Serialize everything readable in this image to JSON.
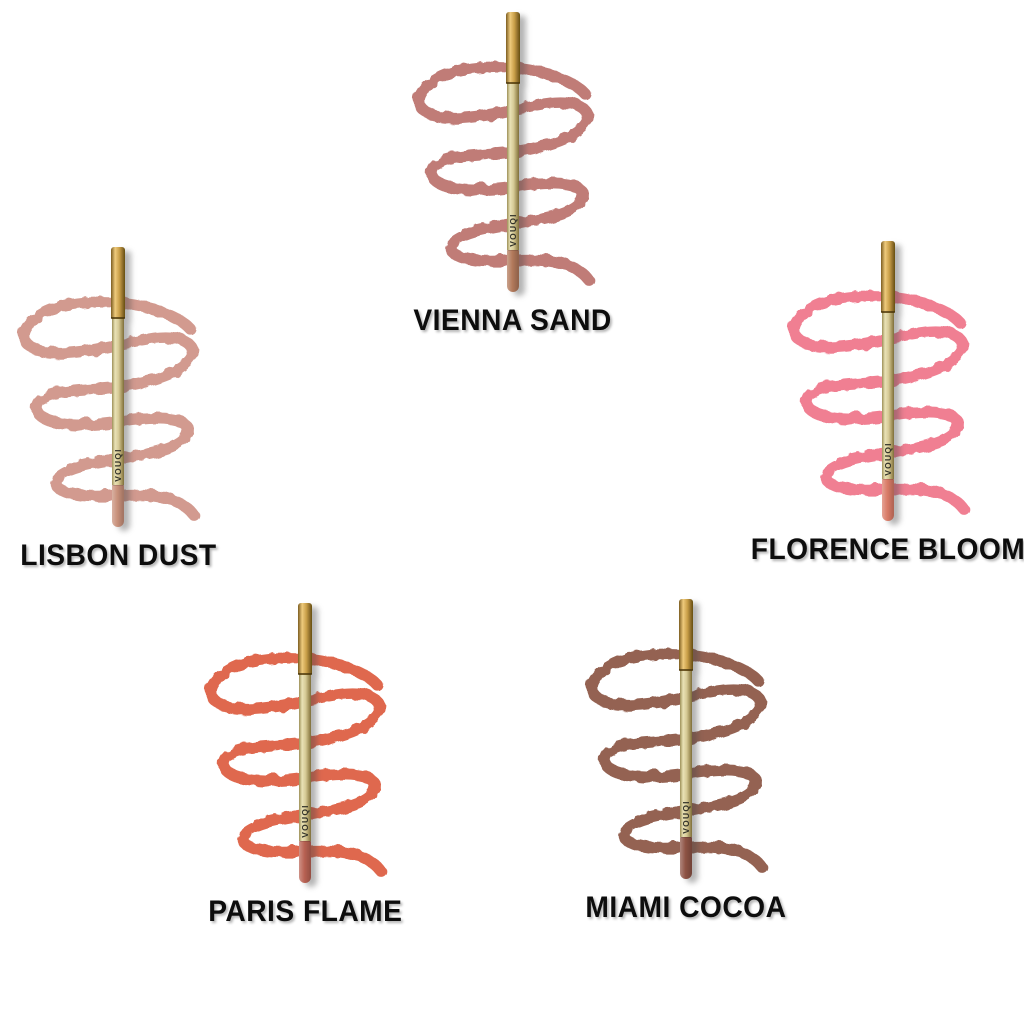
{
  "page": {
    "background_color": "#ffffff"
  },
  "brand": {
    "pencil_label": "VOUQI"
  },
  "pencil_colors": {
    "cap_gold": "#c99f48",
    "body_gold": "#d6ca96"
  },
  "products": [
    {
      "id": "vienna-sand",
      "name": "VIENNA SAND",
      "swatch_color": "#bd7470",
      "tip_color": "#b2795b"
    },
    {
      "id": "lisbon-dust",
      "name": "LISBON DUST",
      "swatch_color": "#d0958a",
      "tip_color": "#c8907a"
    },
    {
      "id": "florence-bloom",
      "name": "FLORENCE BLOOM",
      "swatch_color": "#f0798d",
      "tip_color": "#d97b67"
    },
    {
      "id": "paris-flame",
      "name": "PARIS FLAME",
      "swatch_color": "#de6044",
      "tip_color": "#b96253"
    },
    {
      "id": "miami-cocoa",
      "name": "MIAMI COCOA",
      "swatch_color": "#8f5a49",
      "tip_color": "#8e5345"
    }
  ]
}
